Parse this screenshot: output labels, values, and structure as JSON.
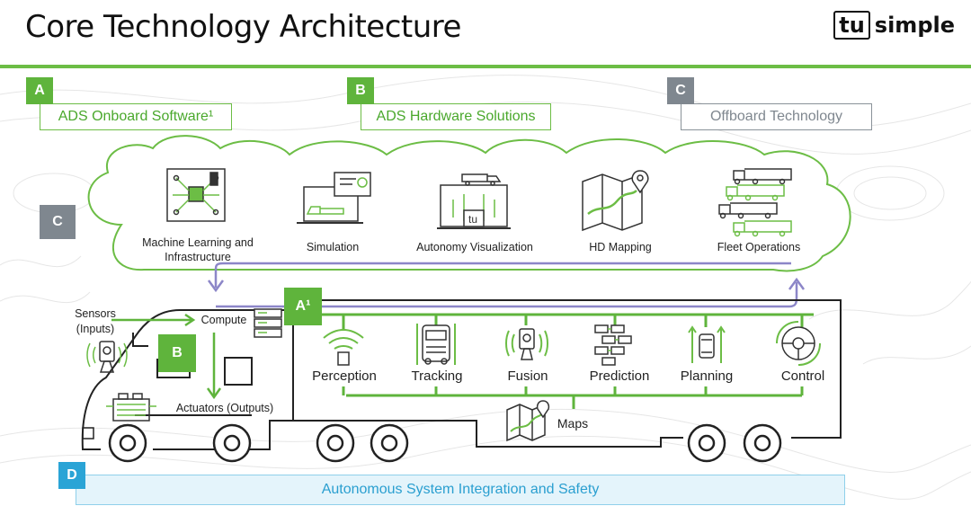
{
  "header": {
    "title": "Core Technology Architecture",
    "logo_tu": "tu",
    "logo_simple": "simple"
  },
  "sections": {
    "a": {
      "badge": "A",
      "label": "ADS Onboard Software¹"
    },
    "b": {
      "badge": "B",
      "label": "ADS Hardware Solutions"
    },
    "c": {
      "badge": "C",
      "label": "Offboard Technology"
    },
    "d": {
      "badge": "D",
      "label": "Autonomous System Integration and Safety"
    }
  },
  "cloud": {
    "badge": "C",
    "items": [
      "Machine Learning and Infrastructure",
      "Simulation",
      "Autonomy Visualization",
      "HD Mapping",
      "Fleet Operations"
    ],
    "tu_mark": "tu"
  },
  "truck": {
    "badge_b": "B",
    "badge_a": "A¹",
    "sensors_label": "Sensors (Inputs)",
    "compute_label": "Compute",
    "actuators_label": "Actuators (Outputs)",
    "modules": [
      "Perception",
      "Tracking",
      "Fusion",
      "Prediction",
      "Planning",
      "Control"
    ],
    "maps_label": "Maps"
  },
  "colors": {
    "green": "#5fb43c",
    "gray": "#7f878f",
    "blue": "#2aa4d6",
    "purple": "#8c86c8"
  }
}
